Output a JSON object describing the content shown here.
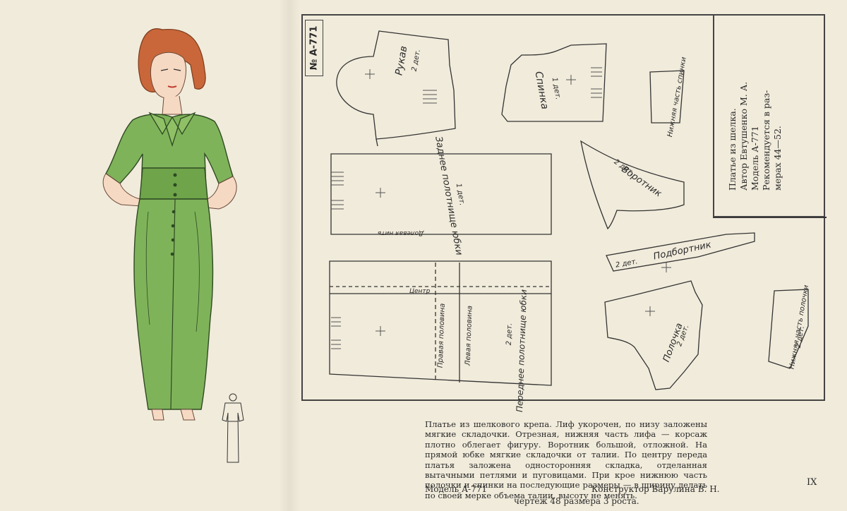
{
  "model_label": "№ A-771",
  "side_panel": {
    "lines": [
      "Платье из шелка.",
      "Автор Евтушенко М. А.",
      "Модель А-771",
      "Рекомендуется в раз-",
      "мерах 44—52."
    ]
  },
  "pattern_labels": {
    "sleeve": "Рукав",
    "sleeve_count": "2 дет.",
    "back": "Спинка",
    "back_count": "1 дет.",
    "lower_back": "Нижняя часть спинки",
    "back_skirt": "Заднее полотнище юбки",
    "back_skirt_count": "1 дет.",
    "collar": "Воротник",
    "collar_count": "2 дет.",
    "facing": "Подбортник",
    "facing_count": "2 дет.",
    "front_skirt": "Переднее полотнище юбки",
    "front_skirt_count": "2 дет.",
    "right_half": "Правая половина",
    "left_half": "Левая половина",
    "front": "Полочка",
    "front_count": "2 дет.",
    "lower_front": "Нижняя часть полочки",
    "lower_front_count": "2 дет.",
    "grain": "Долевая нить",
    "center": "Центр"
  },
  "description": "Платье из шелкового крепа. Лиф укорочен, по низу заложены мягкие складочки. Отрезная, нижняя часть лифа — корсаж плотно облегает фигуру. Воротник большой, отложной. На прямой юбке мягкие складочки от талии. По центру переда платья заложена односторонняя складка, отделанная вытачными петлями и пуговицами. При крое нижнюю часть полочки и спинки на последующие размеры — в ширину делать по своей мерке объема талии, высоту не менять.",
  "footer": {
    "model": "Модель А-771",
    "constructor": "Конструктор Барулина В. Н.",
    "drawing": "чертеж 48 размера 3 роста."
  },
  "page_number": "IX",
  "colors": {
    "dress": "#7fb35a",
    "hair": "#c9673a",
    "paper": "#f1ebdb",
    "ink": "#333333"
  }
}
